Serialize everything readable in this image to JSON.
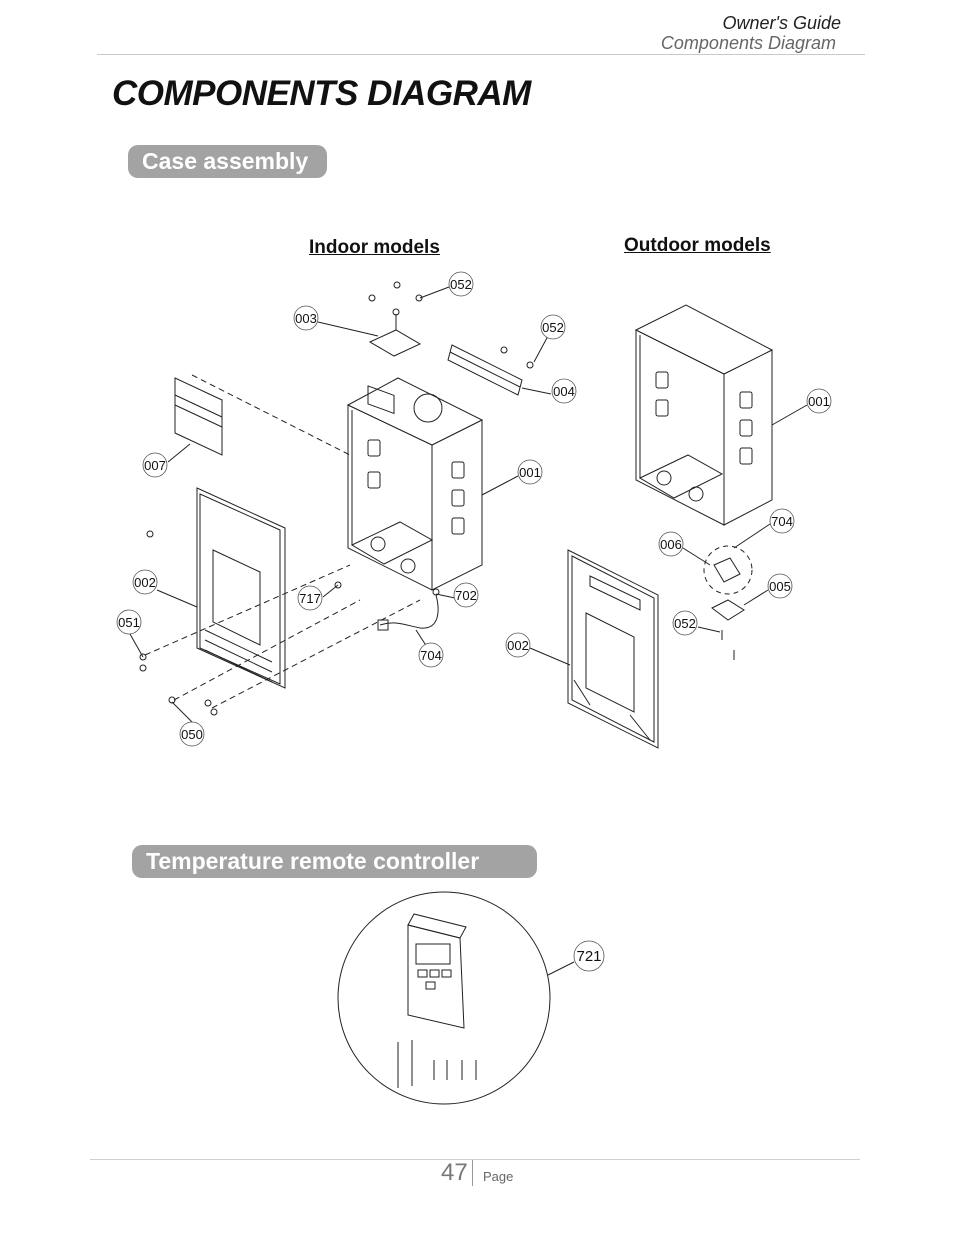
{
  "header": {
    "guide_title": "Owner's Guide",
    "section_title": "Components Diagram"
  },
  "page_title": "COMPONENTS DIAGRAM",
  "sections": {
    "case_assembly": "Case assembly",
    "remote_controller": "Temperature remote controller"
  },
  "labels": {
    "indoor": "Indoor models",
    "outdoor": "Outdoor models"
  },
  "callouts": {
    "c052a": "052",
    "c003": "003",
    "c052b": "052",
    "c004": "004",
    "c007": "007",
    "c001a": "001",
    "c002a": "002",
    "c717": "717",
    "c702": "702",
    "c051": "051",
    "c704a": "704",
    "c050": "050",
    "c001b": "001",
    "c704b": "704",
    "c006": "006",
    "c005": "005",
    "c052c": "052",
    "c002b": "002",
    "c721": "721"
  },
  "footer": {
    "page_number": "47",
    "page_word": "Page"
  }
}
